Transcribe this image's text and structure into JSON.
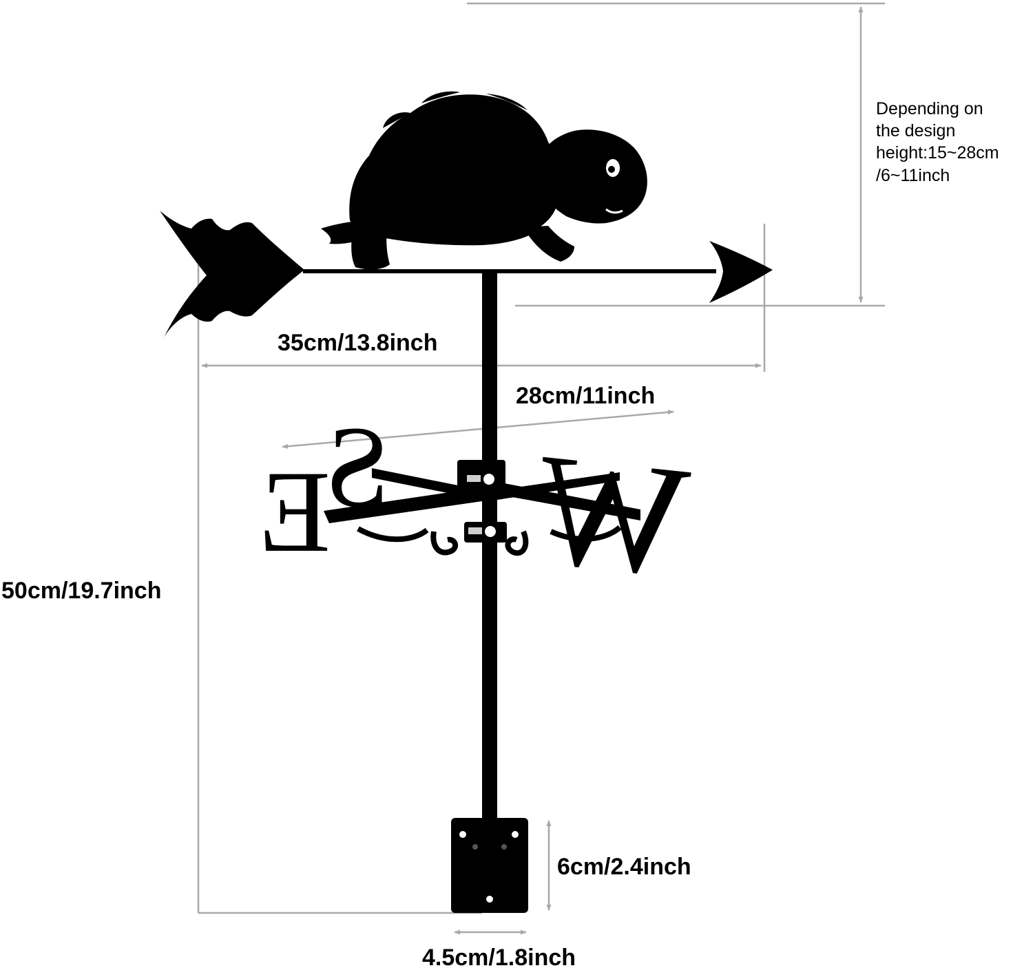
{
  "product": {
    "silhouette": "turtle-icon",
    "compass_letters": {
      "south": "S",
      "east": "E",
      "west": "W"
    }
  },
  "dimensions": {
    "arrow_width": "35cm/13.8inch",
    "compass_width": "28cm/11inch",
    "total_height": "50cm/19.7inch",
    "bracket_height": "6cm/2.4inch",
    "bracket_width": "4.5cm/1.8inch"
  },
  "note": {
    "line1": "Depending on",
    "line2": "the design",
    "line3": "height:15~28cm",
    "line4": "/6~11inch"
  },
  "colors": {
    "silhouette": "#000000",
    "dimension_line": "#a8a8a8",
    "background": "#ffffff"
  }
}
